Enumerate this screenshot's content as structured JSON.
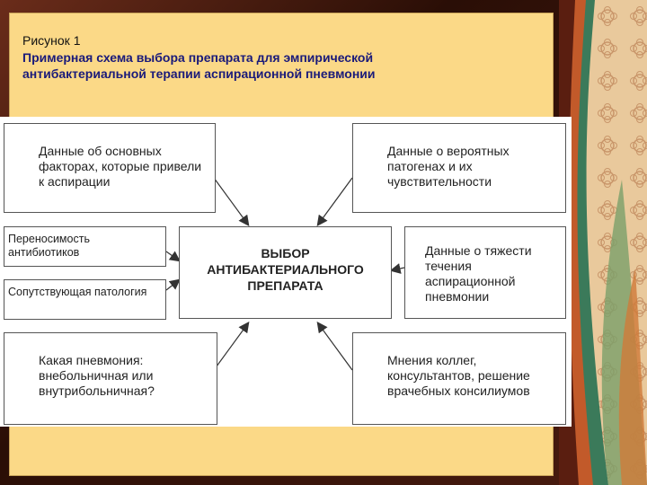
{
  "caption": "Рисунок 1",
  "title": "Примерная схема выбора препарата для эмпирической антибактериальной терапии аспирационной пневмонии",
  "center_box": "ВЫБОР\nАНТИБАКТЕРИАЛЬНОГО\nПРЕПАРАТА",
  "boxes": {
    "factors": "Данные об основных факторах, которые привели к аспирации",
    "pathogens": "Данные о вероятных патогенах и их чувствительности",
    "tolerance": "Переносимость антибиотиков",
    "comorbidity": "Сопутствующая патология",
    "severity": "Данные о тяжести течения аспирационной пневмонии",
    "pneumonia_type": "Какая пневмония: внебольничная или внутрибольничная?",
    "opinions": "Мнения коллег, консультантов, решение врачебных консилиумов"
  },
  "colors": {
    "slide_background": "#fbd987",
    "title_color": "#1a1a7a",
    "frame": "#3a1a0e"
  }
}
